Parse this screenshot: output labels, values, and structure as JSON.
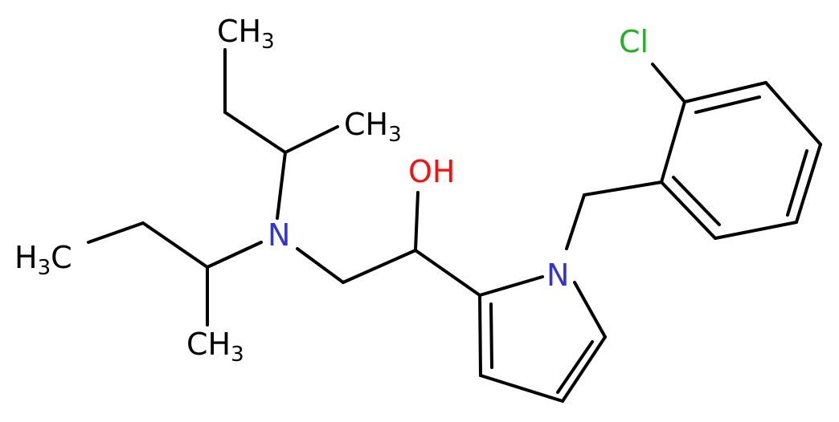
{
  "colors": {
    "bond": "#000000",
    "carbon": "#000000",
    "nitrogen": "#3333dd",
    "oxygen": "#ff0d0d",
    "chlorine": "#1fb51f",
    "background": "#ffffff"
  },
  "labels": {
    "ch3_top": {
      "main": "CH",
      "sub": "3"
    },
    "ch3_upper_right": {
      "main": "CH",
      "sub": "3"
    },
    "h3c_left": {
      "main": "H",
      "sub": "3",
      "tail": "C"
    },
    "ch3_lower": {
      "main": "CH",
      "sub": "3"
    },
    "amine_n": "N",
    "hydroxyl": "OH",
    "pyrrole_n": "N",
    "chloro": "Cl"
  }
}
